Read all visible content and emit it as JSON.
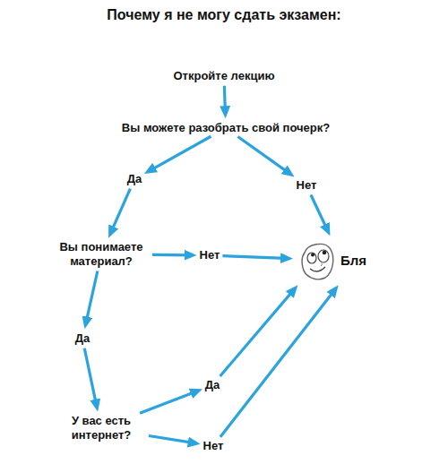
{
  "diagram": {
    "title": "Почему я не могу сдать экзамен:",
    "nodes": [
      {
        "text": [
          "Откройте лекцию"
        ]
      },
      {
        "text": [
          "Вы можете разобрать свой почерк?"
        ]
      },
      {
        "text": [
          "Да"
        ]
      },
      {
        "text": [
          "Нет"
        ]
      },
      {
        "text": [
          "Вы понимаете материал?"
        ]
      },
      {
        "text": [
          "Нет"
        ]
      },
      {
        "text": [
          "Бля"
        ]
      },
      {
        "text": [
          "Да"
        ]
      },
      {
        "text": [
          "У вас есть интернет?"
        ]
      },
      {
        "text": [
          "Да"
        ]
      },
      {
        "text": [
          "Нет"
        ]
      }
    ],
    "edges": [
      {
        "from": 0,
        "to": 1,
        "arrow": "to"
      },
      {
        "from": 1,
        "to": 2,
        "arrow": "to"
      },
      {
        "from": 1,
        "to": 3,
        "arrow": "to"
      },
      {
        "from": 3,
        "to": 6,
        "arrow": "to"
      },
      {
        "from": 2,
        "to": 4,
        "arrow": "to"
      },
      {
        "from": 4,
        "to": 5,
        "arrow": "to"
      },
      {
        "from": 5,
        "to": 6,
        "arrow": "to"
      },
      {
        "from": 4,
        "to": 7,
        "arrow": "to"
      },
      {
        "from": 7,
        "to": 8,
        "arrow": "to"
      },
      {
        "from": 8,
        "to": 9,
        "arrow": "to"
      },
      {
        "from": 8,
        "to": 10,
        "arrow": "to"
      },
      {
        "from": 9,
        "to": 6,
        "arrow": "to"
      },
      {
        "from": 10,
        "to": 6,
        "arrow": "to"
      }
    ]
  }
}
